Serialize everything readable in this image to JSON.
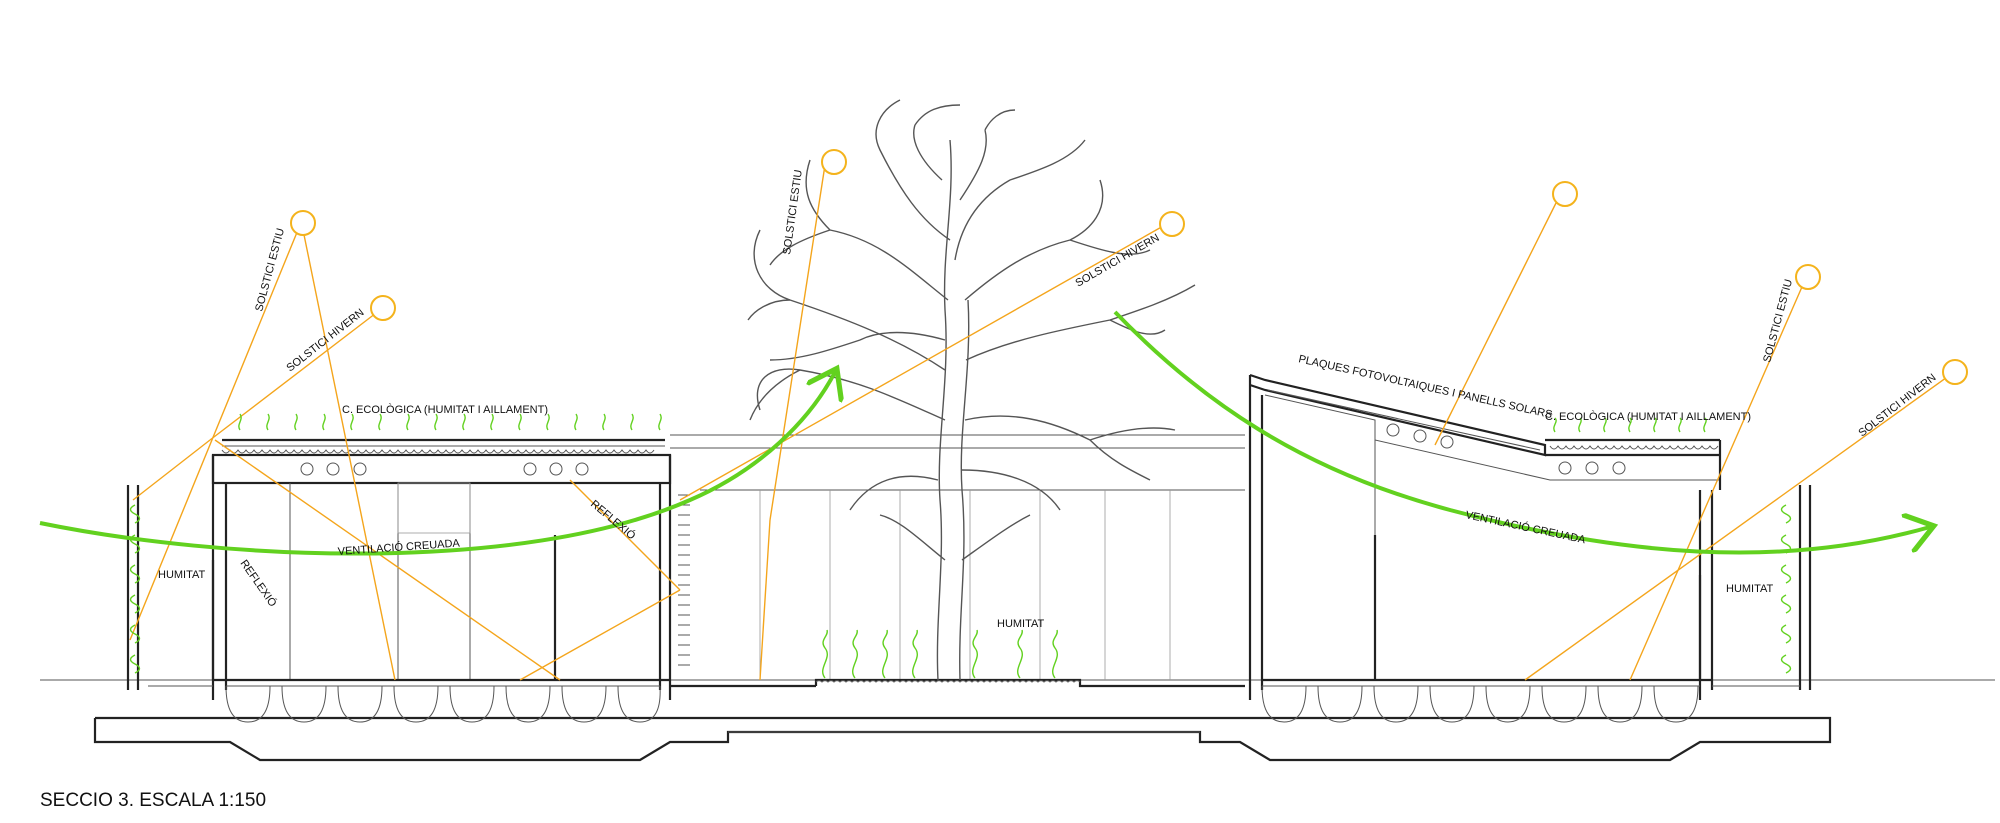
{
  "caption": "SECCIO 3. ESCALA 1:150",
  "labels": {
    "solstici_estiu": "SOLSTICI ESTIU",
    "solstici_hivern": "SOLSTICI HIVERN",
    "coberta_ecologica": "C. ECOLÒGICA (HUMITAT I AILLAMENT)",
    "plaques": "PLAQUES FOTOVOLTAIQUES I PANELLS SOLARS",
    "ventilacio": "VENTILACIÓ CREUADA",
    "humitat": "HUMITAT",
    "reflexio": "REFLEXIÓ"
  },
  "colors": {
    "sun": "#f4b31c",
    "ray": "#f4a51c",
    "ventilation": "#62d11f",
    "line": "#222222"
  },
  "icons": [
    "sun-icon",
    "ventilation-arrow-icon",
    "grass-icon",
    "tree-icon"
  ]
}
